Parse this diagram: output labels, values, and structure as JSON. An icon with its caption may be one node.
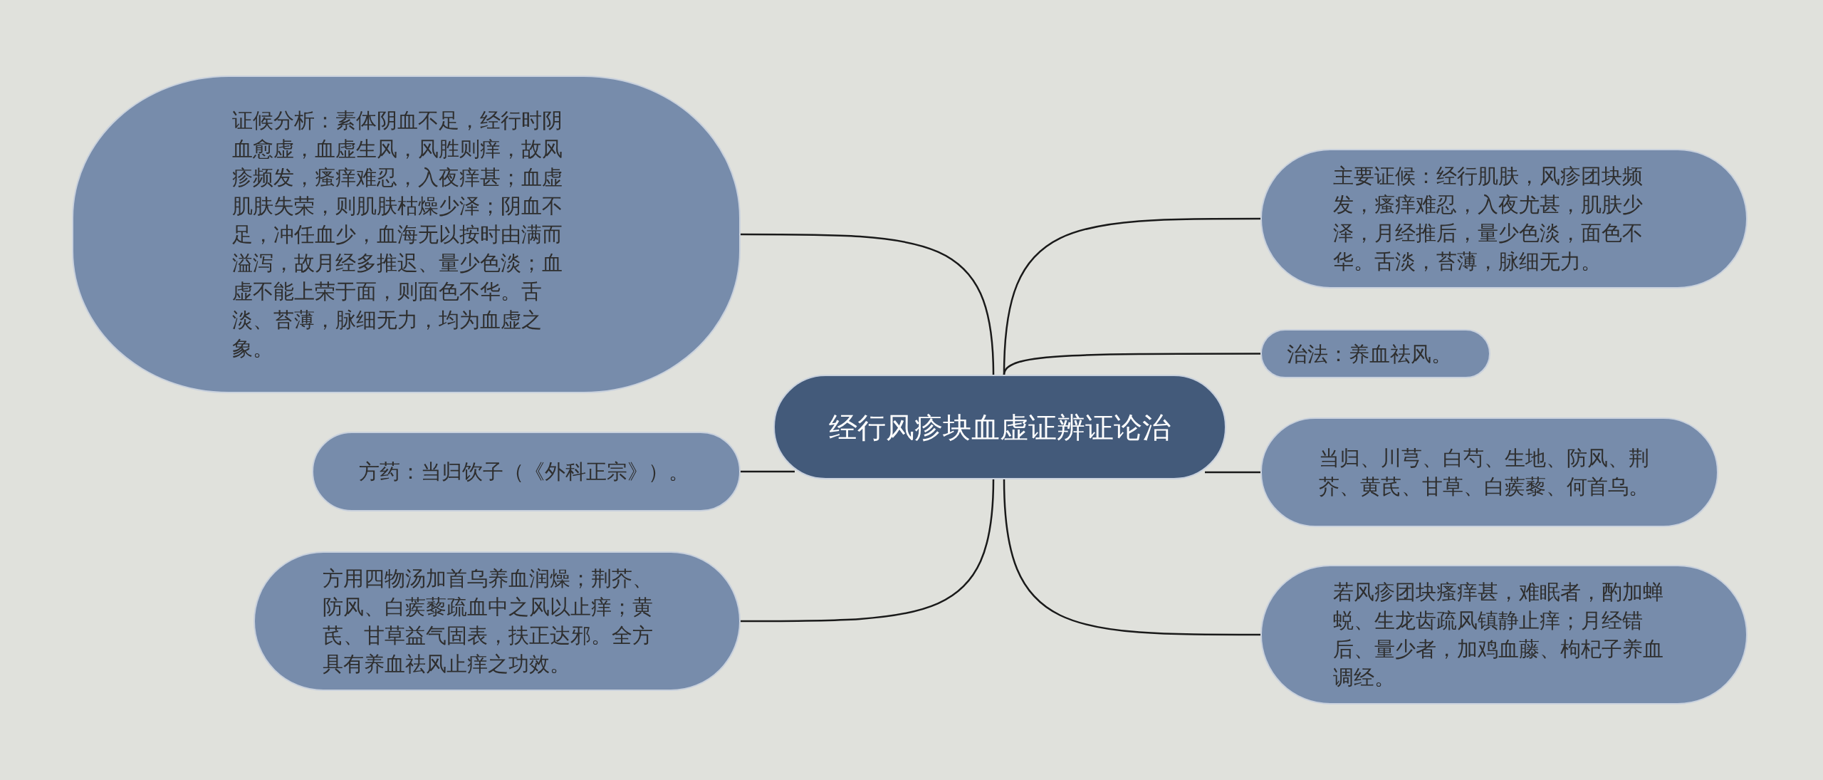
{
  "diagram": {
    "nodes": [
      {
        "text": [
          "经行风疹块血虚证辨证论治"
        ]
      },
      {
        "text": [
          "证候分析：素体阴血不足，经行时阴血愈虚，血虚生风，风胜则痒，故风疹频发，瘙痒难忍，入夜痒甚；血虚肌肤失荣，则肌肤枯燥少泽；阴血不足，冲任血少，血海无以按时由满而溢泻，故月经多推迟、量少色淡；血虚不能上荣于面，则面色不华。舌淡、苔薄，脉细无力，均为血虚之象。"
        ]
      },
      {
        "text": [
          "方药：当归饮子（《外科正宗》）。"
        ]
      },
      {
        "text": [
          "方用四物汤加首乌养血润燥；荆芥、防风、白蒺藜疏血中之风以止痒；黄芪、甘草益气固表，扶正达邪。全方具有养血祛风止痒之功效。"
        ]
      },
      {
        "text": [
          "主要证候：经行肌肤，风疹团块频发，瘙痒难忍，入夜尤甚，肌肤少泽，月经推后，量少色淡，面色不华。舌淡，苔薄，脉细无力。"
        ]
      },
      {
        "text": [
          "治法：养血祛风。"
        ]
      },
      {
        "text": [
          "当归、川芎、白芍、生地、防风、荆芥、黄芪、甘草、白蒺藜、何首乌。"
        ]
      },
      {
        "text": [
          "若风疹团块瘙痒甚，难眠者，酌加蝉蜕、生龙齿疏风镇静止痒；月经错后、量少者，加鸡血藤、枸杞子养血调经。"
        ]
      }
    ],
    "edges": [
      {
        "from": 0,
        "to": 1,
        "arrow": "none"
      },
      {
        "from": 0,
        "to": 2,
        "arrow": "none"
      },
      {
        "from": 0,
        "to": 3,
        "arrow": "none"
      },
      {
        "from": 0,
        "to": 4,
        "arrow": "none"
      },
      {
        "from": 0,
        "to": 5,
        "arrow": "none"
      },
      {
        "from": 0,
        "to": 6,
        "arrow": "none"
      },
      {
        "from": 0,
        "to": 7,
        "arrow": "none"
      }
    ]
  }
}
